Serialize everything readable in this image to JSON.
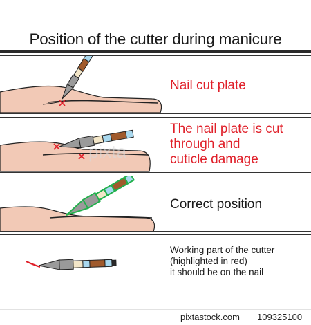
{
  "title": "Position of the cutter during manicure",
  "panels": [
    {
      "label": "Nail cut plate"
    },
    {
      "label_lines": [
        "The nail plate is cut",
        "through and",
        "cuticle damage"
      ]
    },
    {
      "label": "Correct position"
    },
    {
      "label_lines": [
        "Working part of the cutter",
        "(highlighted in red)",
        "it should be on the nail"
      ]
    }
  ],
  "watermark": "pixta",
  "footer": {
    "site": "pixtastock.com",
    "id": "109325100"
  },
  "colors": {
    "skin": "#f2c9b6",
    "red_text": "#e0202a",
    "green_outline": "#22b14c",
    "cap_blue": "#a9d8ee",
    "cutter_body": "#9a9a9a"
  }
}
